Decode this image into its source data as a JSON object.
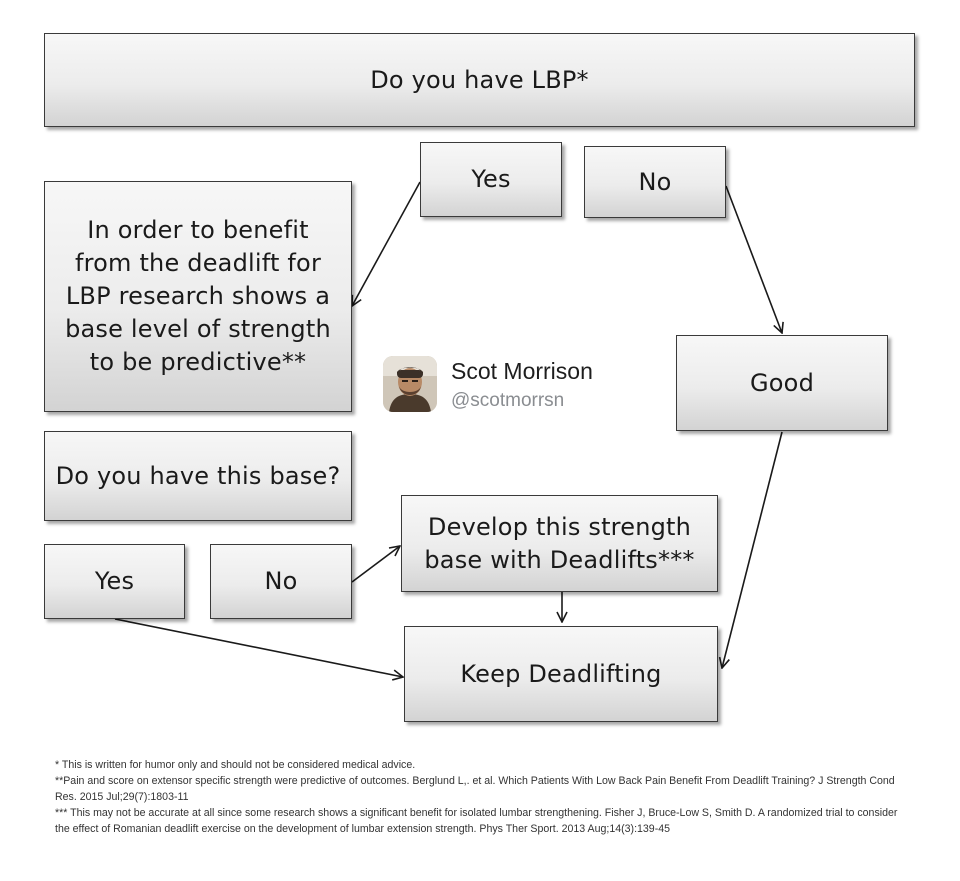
{
  "nodes": {
    "q_lbp": "Do you have LBP*",
    "yes_top": "Yes",
    "no_top": "No",
    "benefit_text": "In order to benefit from the deadlift for LBP research shows a base level of strength to be predictive**",
    "good": "Good",
    "q_base": "Do you have this base?",
    "yes_bottom": "Yes",
    "no_bottom": "No",
    "develop": "Develop this strength base with Deadlifts***",
    "keep": "Keep Deadlifting"
  },
  "tweet": {
    "name": "Scot Morrison",
    "handle": "@scotmorrsn"
  },
  "footnotes": [
    "* This is written for humor only and should not be considered medical advice.",
    "**Pain and score on extensor specific strength were predictive of outcomes. Berglund L,. et al. Which Patients With Low Back Pain Benefit From Deadlift Training? J Strength Cond Res. 2015 Jul;29(7):1803-11",
    "*** This may not be accurate at all since some research shows a significant benefit for isolated lumbar strengthening. Fisher J, Bruce-Low S, Smith D. A randomized trial to consider the effect of Romanian deadlift exercise on the development of lumbar extension strength. Phys Ther Sport. 2013 Aug;14(3):139-45"
  ]
}
